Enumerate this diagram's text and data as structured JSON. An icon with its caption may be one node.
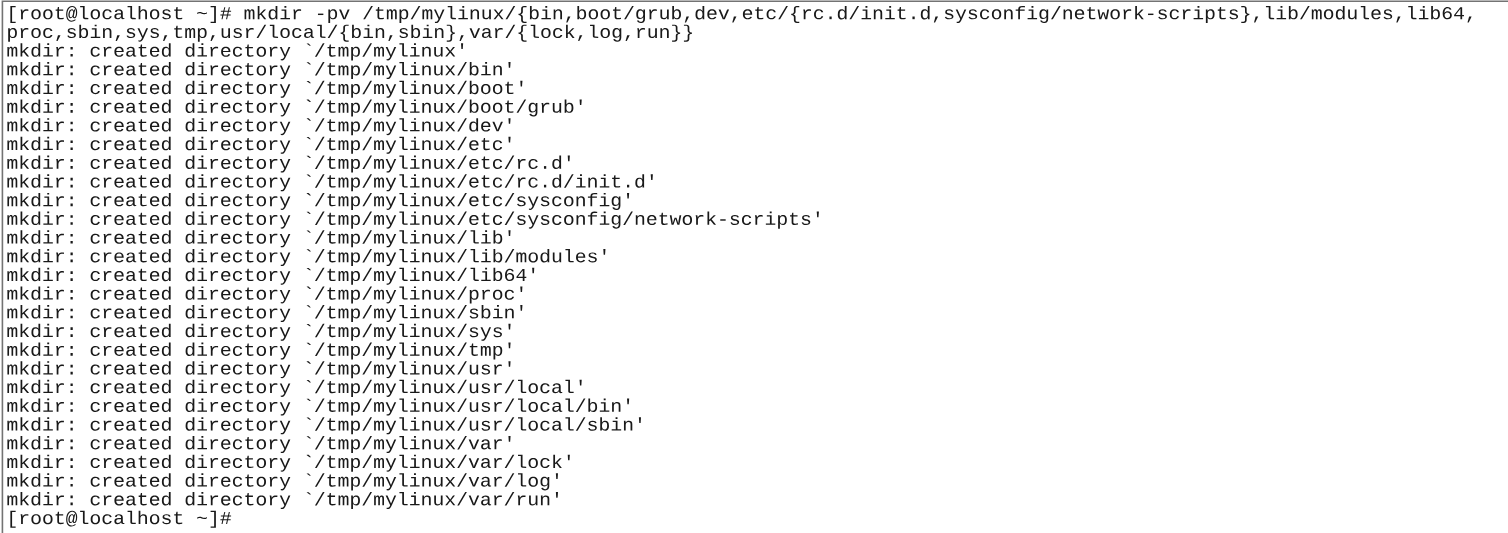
{
  "diagram": {
    "labels": [
      "[root@localhost ~]# mkdir -pv /tmp/mylinux/{bin,boot/grub,dev,etc/{rc.d/init.d,sysconfig/network-scripts},lib/modules,lib64,",
      "proc,sbin,sys,tmp,usr/local/{bin,sbin},var/{lock,log,run}}",
      "mkdir: created directory `/tmp/mylinux'",
      "mkdir: created directory `/tmp/mylinux/bin'",
      "mkdir: created directory `/tmp/mylinux/boot'",
      "mkdir: created directory `/tmp/mylinux/boot/grub'",
      "mkdir: created directory `/tmp/mylinux/dev'",
      "mkdir: created directory `/tmp/mylinux/etc'",
      "mkdir: created directory `/tmp/mylinux/etc/rc.d'",
      "mkdir: created directory `/tmp/mylinux/etc/rc.d/init.d'",
      "mkdir: created directory `/tmp/mylinux/etc/sysconfig'",
      "mkdir: created directory `/tmp/mylinux/etc/sysconfig/network-scripts'",
      "mkdir: created directory `/tmp/mylinux/lib'",
      "mkdir: created directory `/tmp/mylinux/lib/modules'",
      "mkdir: created directory `/tmp/mylinux/lib64'",
      "mkdir: created directory `/tmp/mylinux/proc'",
      "mkdir: created directory `/tmp/mylinux/sbin'",
      "mkdir: created directory `/tmp/mylinux/sys'",
      "mkdir: created directory `/tmp/mylinux/tmp'",
      "mkdir: created directory `/tmp/mylinux/usr'",
      "mkdir: created directory `/tmp/mylinux/usr/local'",
      "mkdir: created directory `/tmp/mylinux/usr/local/bin'",
      "mkdir: created directory `/tmp/mylinux/usr/local/sbin'",
      "mkdir: created directory `/tmp/mylinux/var'",
      "mkdir: created directory `/tmp/mylinux/var/lock'",
      "mkdir: created directory `/tmp/mylinux/var/log'",
      "mkdir: created directory `/tmp/mylinux/var/run'",
      "[root@localhost ~]#"
    ]
  }
}
